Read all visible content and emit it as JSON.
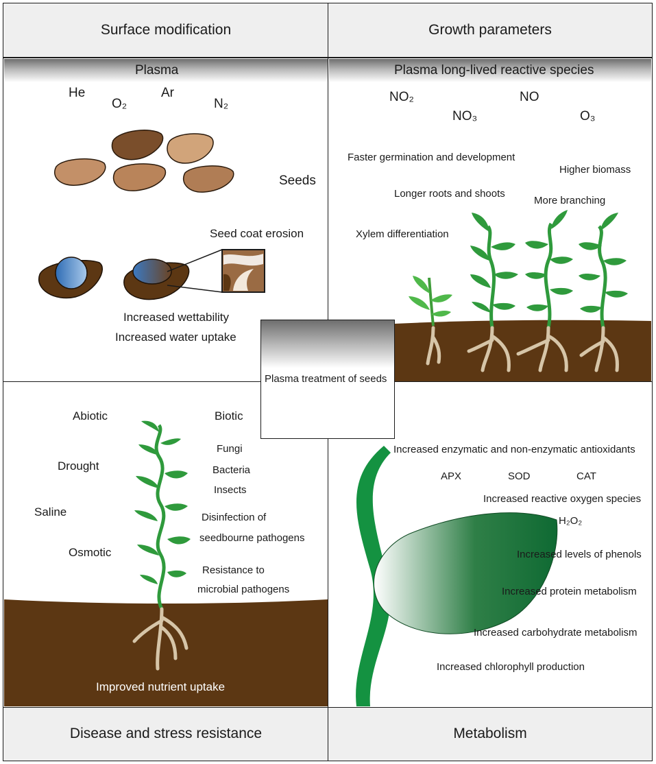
{
  "quadrants": {
    "top_left": {
      "header": "Surface modification",
      "banner": "Plasma",
      "gases": [
        "He",
        "O₂",
        "Ar",
        "N₂"
      ],
      "seeds_label": "Seeds",
      "erosion_label": "Seed coat erosion",
      "effects": [
        "Increased wettability",
        "Increased water uptake"
      ]
    },
    "top_right": {
      "header": "Growth parameters",
      "banner": "Plasma long-lived reactive species",
      "species": [
        "NO₂",
        "NO₃",
        "NO",
        "O₃"
      ],
      "effects": [
        "Faster germination and development",
        "Higher biomass",
        "Longer roots and shoots",
        "More branching",
        "Xylem differentiation"
      ]
    },
    "bottom_left": {
      "header": "Disease and stress resistance",
      "abiotic_title": "Abiotic",
      "abiotic": [
        "Drought",
        "Saline",
        "Osmotic"
      ],
      "biotic_title": "Biotic",
      "biotic": [
        "Fungi",
        "Bacteria",
        "Insects"
      ],
      "disinfection": [
        "Disinfection of",
        "seedbourne pathogens"
      ],
      "resistance": [
        "Resistance to",
        "microbial pathogens"
      ],
      "soil_label": "Improved nutrient uptake"
    },
    "bottom_right": {
      "header": "Metabolism",
      "antioxidants": "Increased enzymatic and non-enzymatic antioxidants",
      "enzymes": [
        "APX",
        "SOD",
        "CAT"
      ],
      "ros": "Increased reactive oxygen species",
      "h2o2": "H₂O₂",
      "effects": [
        "Increased levels of phenols",
        "Increased protein metabolism",
        "Increased carbohydrate metabolism",
        "Increased chlorophyll production"
      ]
    }
  },
  "center": {
    "label": "Plasma treatment of seeds"
  },
  "colors": {
    "soil": "#5c3713",
    "seed_light": "#c99a6e",
    "seed_dark": "#7a4e2b",
    "leaf_green": "#2f9a3c",
    "leaf_dark": "#1c6b2a",
    "root": "#d6c5a8",
    "water": "#3f7fc4"
  }
}
